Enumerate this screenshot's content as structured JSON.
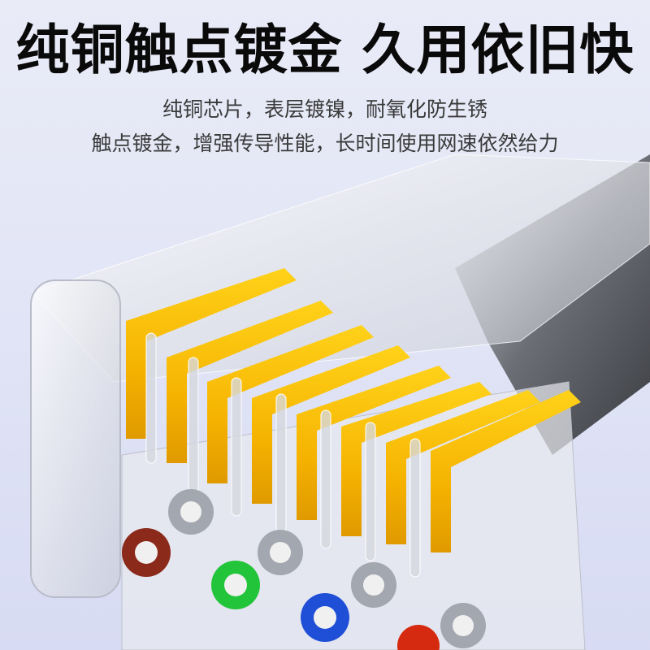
{
  "headline": "纯铜触点镀金 久用依旧快",
  "subtitle": {
    "line1": "纯铜芯片，表层镀镍，耐氧化防生锈",
    "line2": "触点镀金，增强传导性能，长时间使用网速依然给力"
  },
  "product": {
    "name": "rj45-connector",
    "contact_color": "#f5b800",
    "contact_count": 8,
    "wire_colors": [
      "#8b2a1a",
      "#9aa0a8",
      "#22c43a",
      "#1f4fd6",
      "#9aa0a8",
      "#22c43a",
      "#1f4fd6",
      "#d62a10"
    ]
  }
}
